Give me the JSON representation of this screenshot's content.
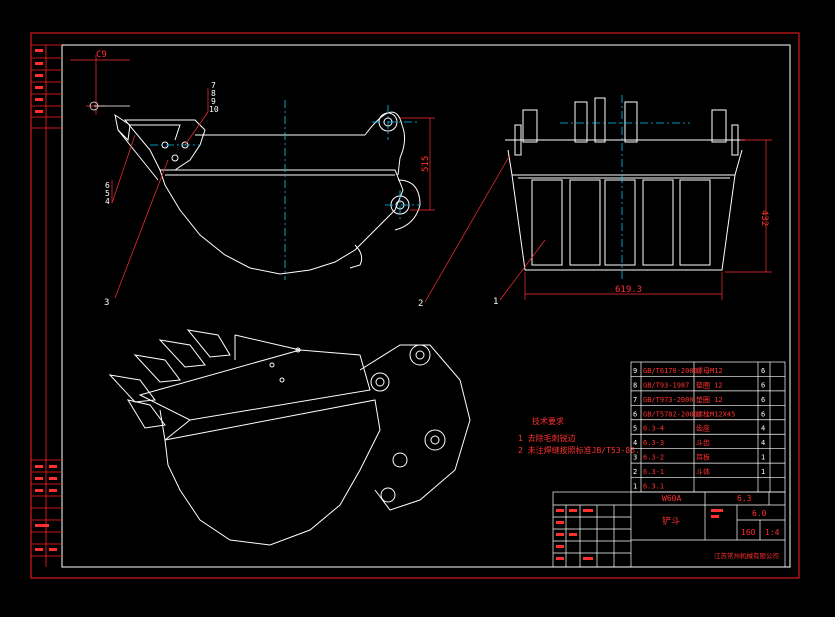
{
  "colors": {
    "background": "#000000",
    "frame": "#ff2020",
    "geometry": "#ffffff",
    "centerline": "#00c8ff",
    "dimension": "#ff3030",
    "text_white": "#ffffff",
    "text_red": "#ff3030"
  },
  "labels": {
    "top_dim": "C9",
    "side_dim": "515",
    "right_height": "432",
    "width_dim": "619.3",
    "callout_1": "1",
    "callout_2": "2",
    "callout_3": "3",
    "callout_4": "4",
    "callout_5": "5",
    "callout_6": "6",
    "callout_7": "7",
    "callout_8": "8",
    "callout_9": "9",
    "callout_10": "10"
  },
  "notes": {
    "title": "技术要求",
    "line1": "1  去除毛刺锐边",
    "line2": "2  未注焊缝按照标准JB/T53-86."
  },
  "bom": [
    {
      "no": "9",
      "code": "GB/T6170-2000",
      "desc": "螺母M12",
      "qty": "6"
    },
    {
      "no": "8",
      "code": "GB/T93-1987",
      "desc": "垫圈 12",
      "qty": "6"
    },
    {
      "no": "7",
      "code": "GB/T973-2000",
      "desc": "垫圈 12",
      "qty": "6"
    },
    {
      "no": "6",
      "code": "GB/T5782-2000",
      "desc": "螺栓M12X45",
      "qty": "6"
    },
    {
      "no": "5",
      "code": "6.3-4",
      "desc": "齿座",
      "qty": "4"
    },
    {
      "no": "4",
      "code": "6.3-3",
      "desc": "斗齿",
      "qty": "4"
    },
    {
      "no": "3",
      "code": "6.3-2",
      "desc": "耳板",
      "qty": "1"
    },
    {
      "no": "2",
      "code": "6.3-1",
      "desc": "斗体",
      "qty": "1"
    },
    {
      "no": "1",
      "code": "6.3.1",
      "desc": "",
      "qty": ""
    }
  ],
  "title_block": {
    "model": "W60A",
    "drawing_no": "6.3",
    "part_name": "铲斗",
    "sheet": "6.0",
    "scale_a": "160",
    "scale_b": "1:4",
    "company": "江苏常州机械有限公司"
  }
}
